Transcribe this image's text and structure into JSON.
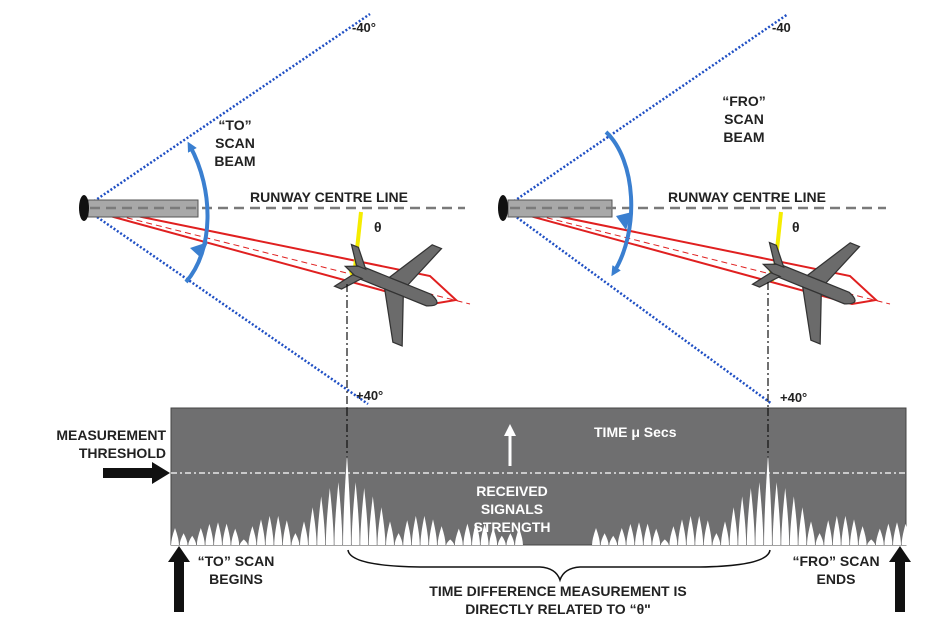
{
  "colors": {
    "scan_limit": "#1f4fc4",
    "scan_arrow": "#3a7fd0",
    "beam_outline": "#e02020",
    "angle_arrow": "#f5ec00",
    "panel": "#6f6f70",
    "aircraft": "#6b6b6b",
    "text": "#222222",
    "panel_text": "#ffffff"
  },
  "left_panel": {
    "angle_top": "-40°",
    "angle_bottom": "+40°",
    "scan_label": [
      "“TO”",
      "SCAN",
      "BEAM"
    ],
    "runway_label": "RUNWAY CENTRE LINE",
    "theta": "θ"
  },
  "right_panel": {
    "angle_top": "-40",
    "angle_bottom": "+40°",
    "scan_label": [
      "“FRO”",
      "SCAN",
      "BEAM"
    ],
    "runway_label": "RUNWAY CENTRE LINE",
    "theta": "θ"
  },
  "signal_panel": {
    "time_label": "TIME μ Secs",
    "received_label": [
      "RECEIVED",
      "SIGNALS",
      "STRENGTH"
    ]
  },
  "measurement_threshold": [
    "MEASUREMENT",
    "THRESHOLD"
  ],
  "to_scan_begins": [
    "“TO” SCAN",
    "BEGINS"
  ],
  "fro_scan_ends": [
    "“FRO” SCAN",
    "ENDS"
  ],
  "time_difference": [
    "TIME DIFFERENCE MEASUREMENT IS",
    "DIRECTLY RELATED TO “θ\""
  ]
}
